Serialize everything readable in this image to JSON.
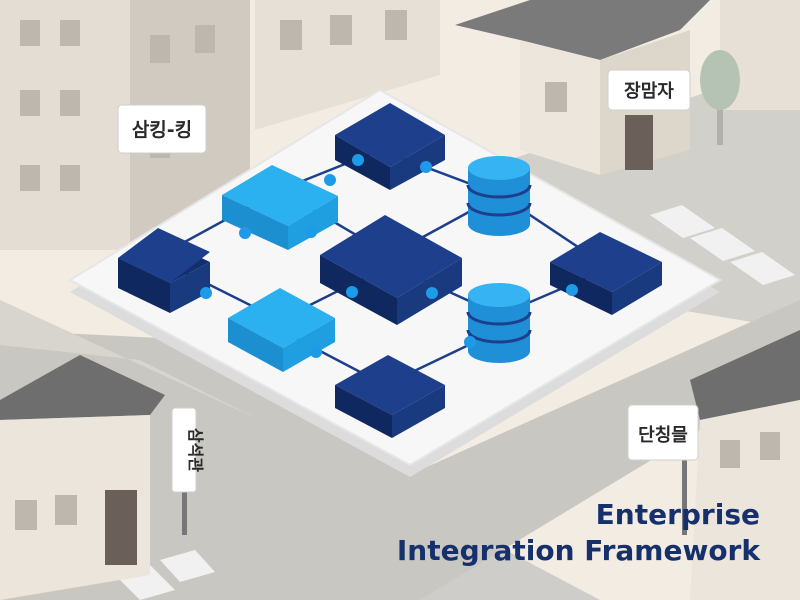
{
  "title": {
    "line1": "Enterprise",
    "line2": "Integration Framework"
  },
  "signs": {
    "top_left": "삼킹-킹",
    "top_right": "장맘자",
    "bottom_left": "삼석관",
    "bottom_right": "단칭믈"
  },
  "colors": {
    "dark_node": "#1d3f8c",
    "light_node": "#23a3e8",
    "database": "#2196e0",
    "connector_dot": "#1e9be8",
    "platform": "#f7f7f7",
    "title": "#15306b",
    "ground": "#f3ece2",
    "road": "#cfcdc9"
  },
  "icons": {
    "database": "database-cylinder-icon",
    "tree": "tree-icon"
  }
}
